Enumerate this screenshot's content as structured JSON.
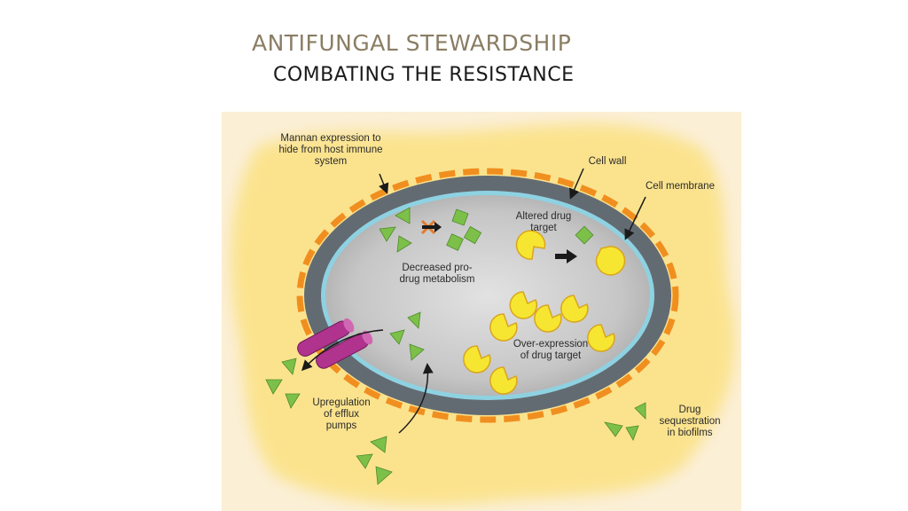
{
  "slide": {
    "title": "ANTIFUNGAL STEWARDSHIP",
    "subtitle": "COMBATING THE RESISTANCE"
  },
  "diagram": {
    "labels": {
      "mannan": "Mannan expression to\nhide from host immune\nsystem",
      "cell_wall": "Cell wall",
      "cell_membrane": "Cell membrane",
      "altered_target": "Altered drug\ntarget",
      "decreased_prodrug": "Decreased pro-\ndrug metabolism",
      "overexpression": "Over-expression\nof drug target",
      "efflux": "Upregulation\nof efflux\npumps",
      "sequestration": "Drug\nsequestration\nin biofilms"
    },
    "colors": {
      "biofilm": "#fbe38e",
      "background": "#fbefd6",
      "cell_wall": "#636b72",
      "mannan": "#f08f1f",
      "membrane": "#8ed2e2",
      "cytoplasm": "#c4c4c4",
      "drug": "#7cc04a",
      "target": "#f6e631",
      "pump": "#b0338e"
    }
  }
}
